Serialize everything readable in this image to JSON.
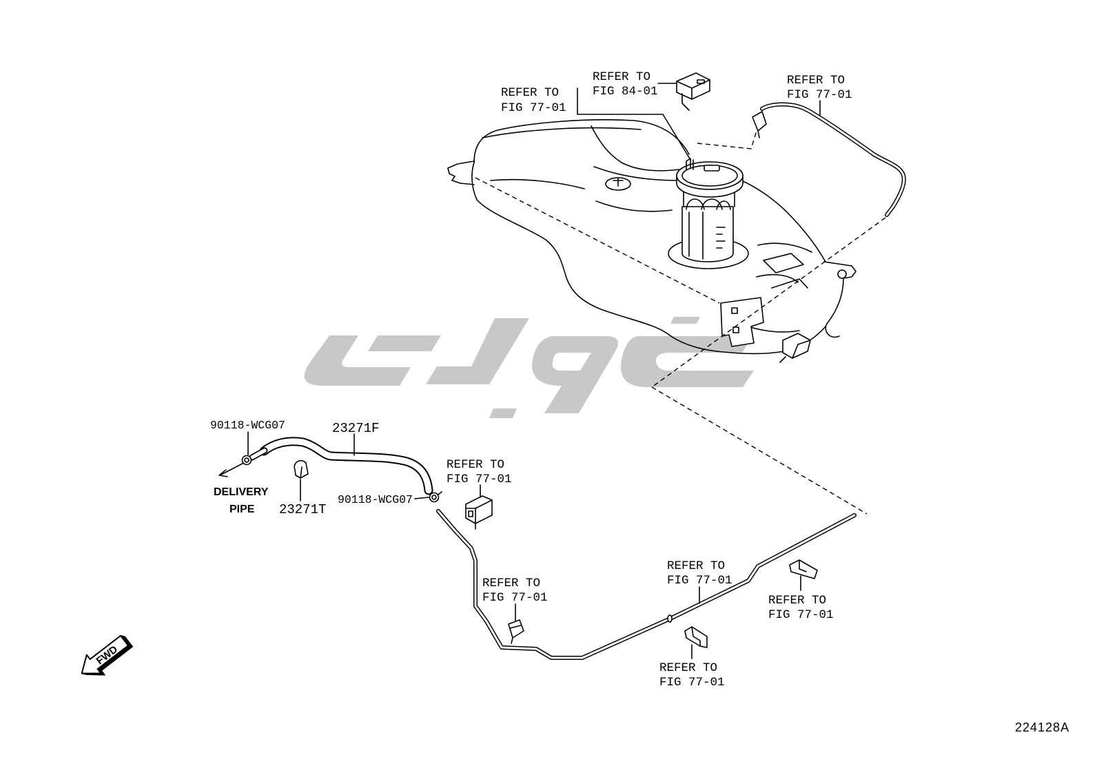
{
  "figure_code": "224128A",
  "fwd_label": "FWD",
  "delivery_pipe": {
    "line1": "DELIVERY",
    "line2": "PIPE"
  },
  "parts": {
    "clamp_left": "90118-WCG07",
    "hose": "23271F",
    "clip": "23271T",
    "clamp_right": "90118-WCG07"
  },
  "refs": [
    {
      "line1": "REFER TO",
      "line2": "FIG 77-01"
    },
    {
      "line1": "REFER TO",
      "line2": "FIG 84-01"
    },
    {
      "line1": "REFER TO",
      "line2": "FIG 77-01"
    },
    {
      "line1": "REFER TO",
      "line2": "FIG 77-01"
    },
    {
      "line1": "REFER TO",
      "line2": "FIG 77-01"
    },
    {
      "line1": "REFER TO",
      "line2": "FIG 77-01"
    },
    {
      "line1": "REFER TO",
      "line2": "FIG 77-01"
    },
    {
      "line1": "REFER TO",
      "line2": "FIG 77-01"
    }
  ],
  "icons": {
    "direction": "fwd-arrow-icon"
  },
  "colors": {
    "line": "#000000",
    "background": "#ffffff",
    "watermark": "#c8c8c8"
  }
}
